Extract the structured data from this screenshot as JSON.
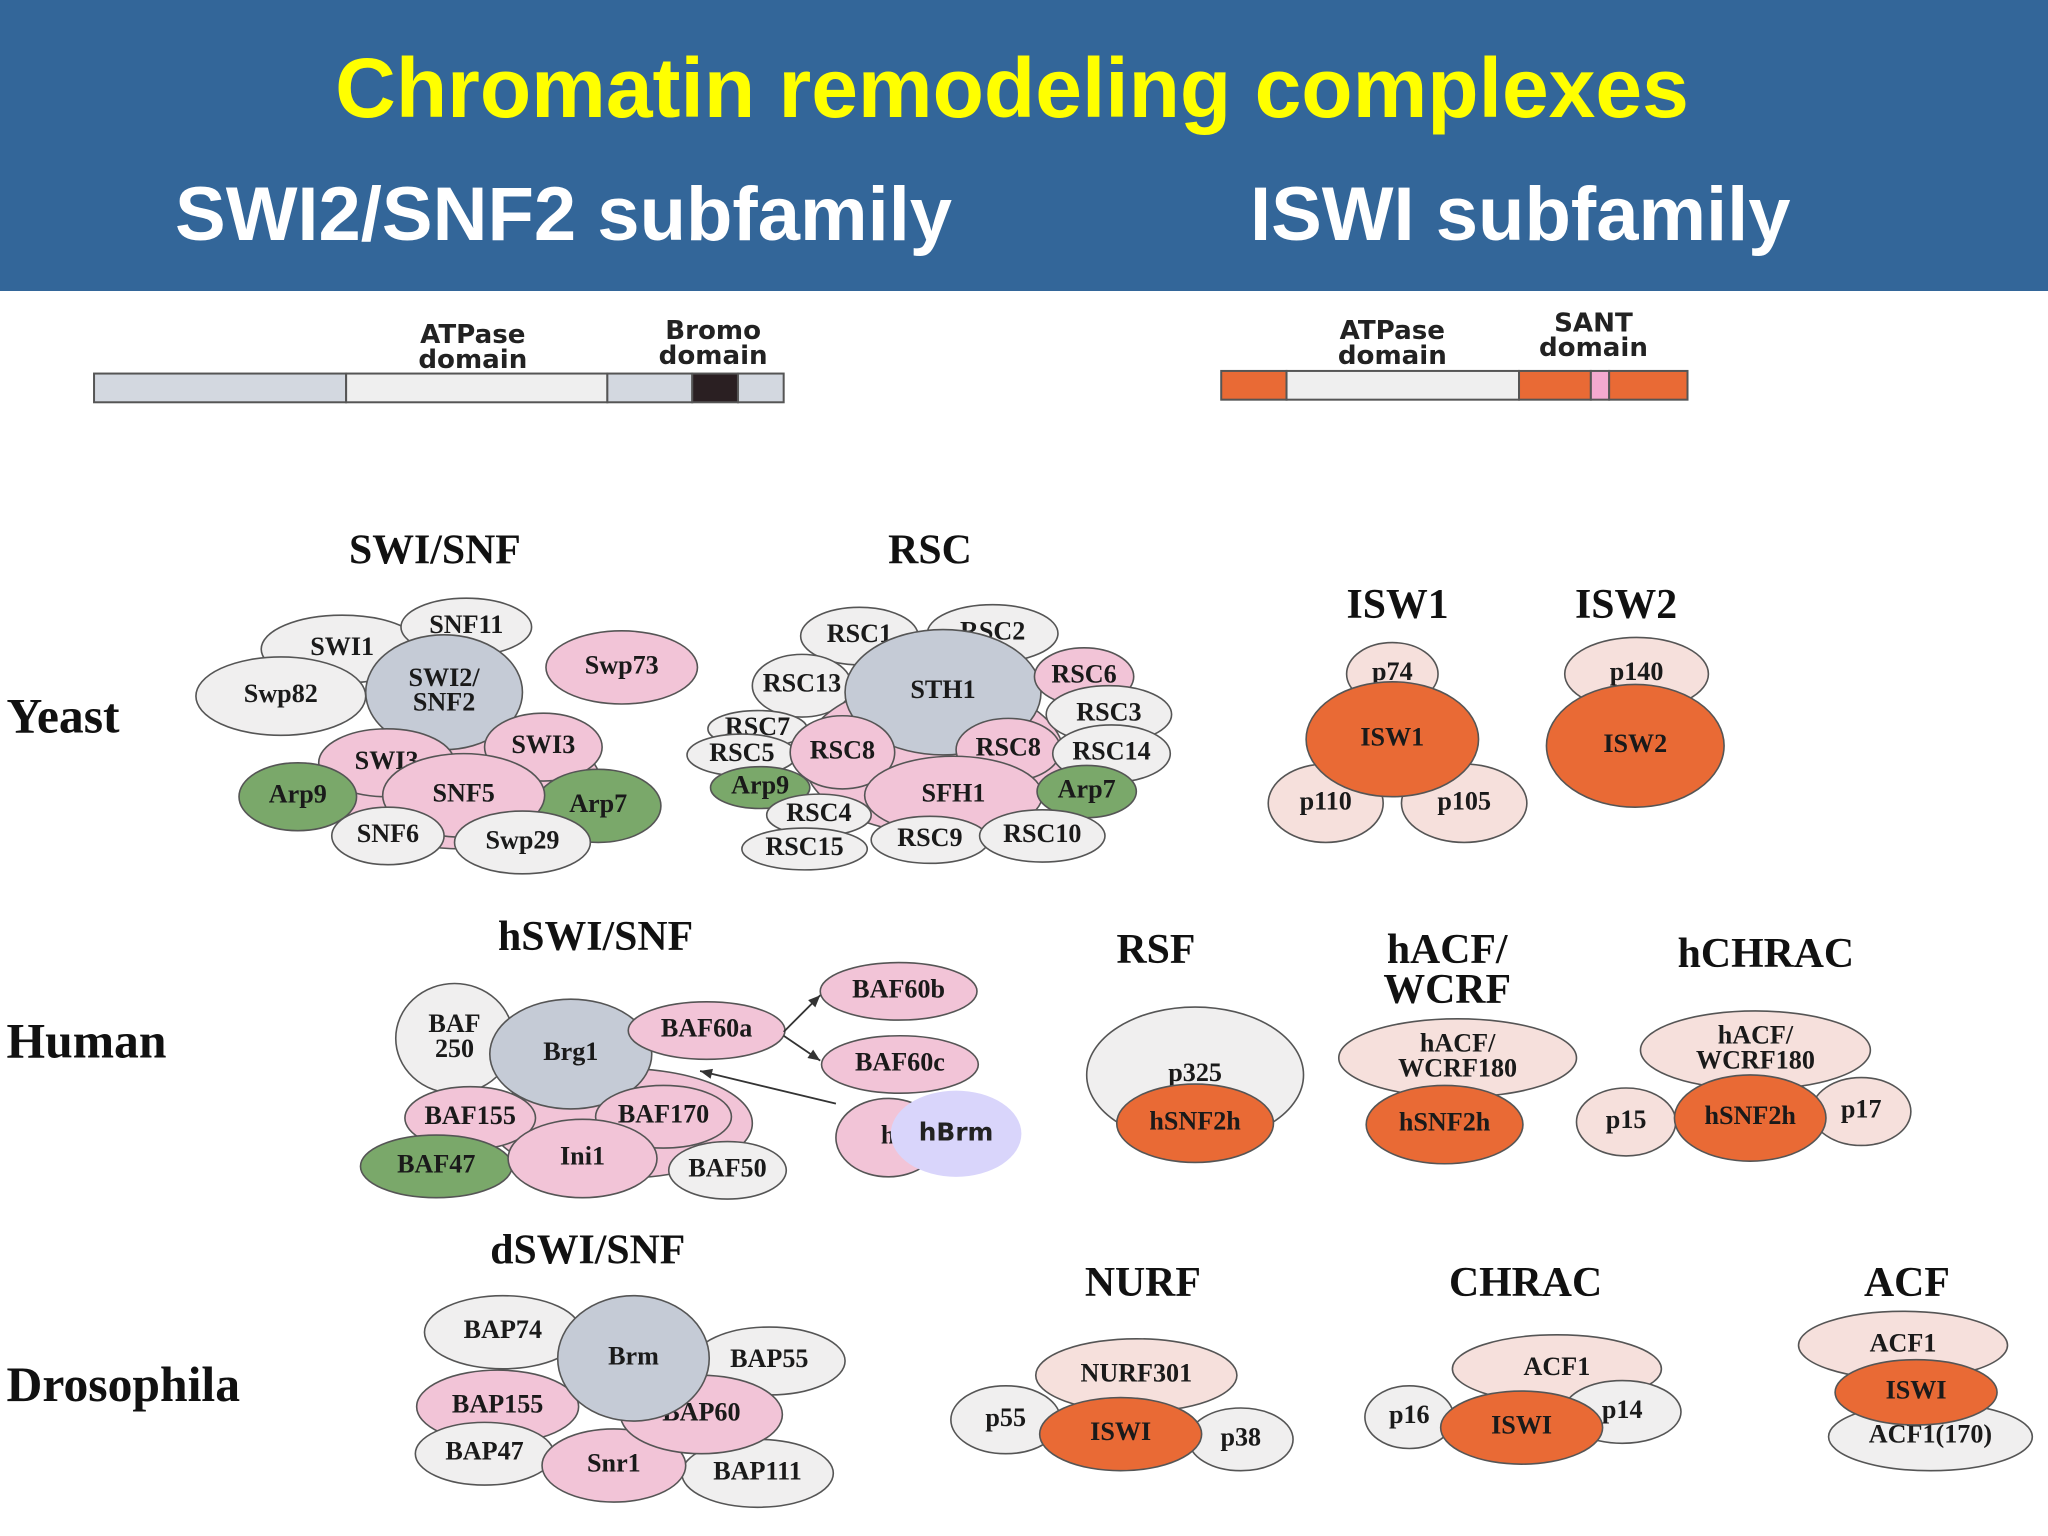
{
  "title": "Chromatin remodeling complexes",
  "subfamilies": {
    "swi2_snf2": "SWI2/SNF2 subfamily",
    "iswi": "ISWI subfamily"
  },
  "domains": {
    "swi_atpase": "ATPase\ndomain",
    "bromo": "Bromo\ndomain",
    "iswi_atpase": "ATPase\ndomain",
    "sant": "SANT\ndomain"
  },
  "organisms": [
    "Yeast",
    "Human",
    "Drosophila"
  ],
  "complexes": [
    {
      "name": "SWI/SNF",
      "subunits": [
        "SWI1",
        "SNF11",
        "Swp82",
        "SWI2/\nSNF2",
        "Swp73",
        "SWI3",
        "SWI3",
        "SNF5",
        "Arp9",
        "Arp7",
        "SNF6",
        "Swp29"
      ]
    },
    {
      "name": "RSC",
      "subunits": [
        "RSC1",
        "RSC2",
        "RSC13",
        "STH1",
        "RSC6",
        "RSC3",
        "RSC7",
        "RSC5",
        "RSC8",
        "RSC8",
        "RSC14",
        "Arp9",
        "SFH1",
        "Arp7",
        "RSC4",
        "RSC15",
        "RSC9",
        "RSC10"
      ]
    },
    {
      "name": "ISW1",
      "subunits": [
        "p74",
        "ISW1",
        "p110",
        "p105"
      ]
    },
    {
      "name": "ISW2",
      "subunits": [
        "p140",
        "ISW2"
      ]
    },
    {
      "name": "hSWI/SNF",
      "subunits": [
        "BAF\n250",
        "Brg1",
        "BAF60a",
        "BAF60b",
        "BAF60c",
        "BAF155",
        "BAF170",
        "BAF47",
        "Ini1",
        "BAF50",
        "h",
        "hBrm"
      ]
    },
    {
      "name": "RSF",
      "subunits": [
        "p325",
        "hSNF2h"
      ]
    },
    {
      "name": "hACF/\nWCRF",
      "subunits": [
        "hACF/\nWCRF180",
        "hSNF2h"
      ]
    },
    {
      "name": "hCHRAC",
      "subunits": [
        "hACF/\nWCRF180",
        "p15",
        "hSNF2h",
        "p17"
      ]
    },
    {
      "name": "dSWI/SNF",
      "subunits": [
        "BAP74",
        "Brm",
        "BAP55",
        "BAP155",
        "BAP60",
        "BAP47",
        "Snr1",
        "BAP111"
      ]
    },
    {
      "name": "NURF",
      "subunits": [
        "NURF301",
        "p55",
        "ISWI",
        "p38"
      ]
    },
    {
      "name": "CHRAC",
      "subunits": [
        "ACF1",
        "p16",
        "ISWI",
        "p14"
      ]
    },
    {
      "name": "ACF",
      "subunits": [
        "ACF1",
        "ISWI",
        "ACF1(170)"
      ]
    }
  ],
  "colors": {
    "header_bg": "#336699",
    "title": "#ffff00",
    "atpase": "#e96a35",
    "pink": "#f2c4d7",
    "gray": "#c5cbd6",
    "green": "#7aa86a",
    "light": "#f0efef",
    "peach": "#f6e0dc",
    "lavender": "#d9d5fb"
  }
}
